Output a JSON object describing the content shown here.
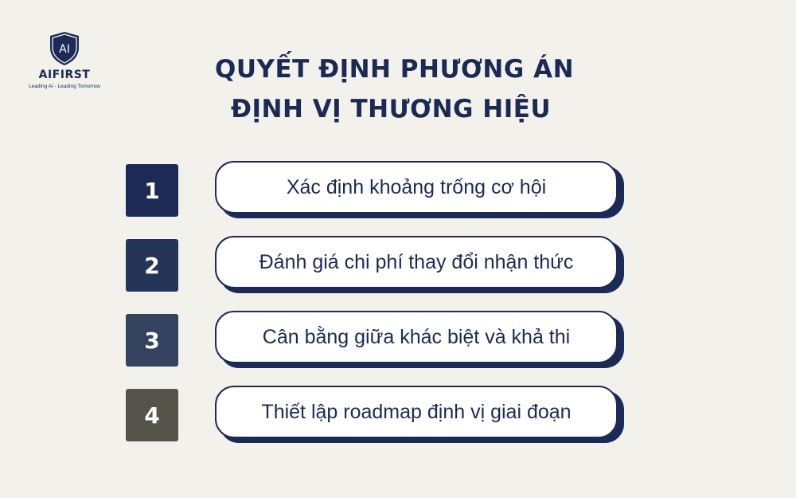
{
  "logo": {
    "mark": "AI",
    "wordmark": "AIFIRST",
    "tagline": "Leading AI - Leading Tomorrow",
    "icon": "shield-icon"
  },
  "title": {
    "line1": "QUYẾT ĐỊNH PHƯƠNG ÁN",
    "line2": "ĐỊNH VỊ THƯƠNG HIỆU"
  },
  "steps": [
    {
      "number": "1",
      "label": "Xác định khoảng trống cơ hội",
      "color": "#1c2a56"
    },
    {
      "number": "2",
      "label": "Đánh giá chi phí thay đổi nhận thức",
      "color": "#25355a"
    },
    {
      "number": "3",
      "label": "Cân bằng giữa khác biệt và khả thi",
      "color": "#34435f"
    },
    {
      "number": "4",
      "label": "Thiết lập roadmap định vị giai đoạn",
      "color": "#55544a"
    }
  ],
  "colors": {
    "background": "#f3f1ec",
    "navy": "#1c2a56",
    "pill": "#ffffff"
  }
}
